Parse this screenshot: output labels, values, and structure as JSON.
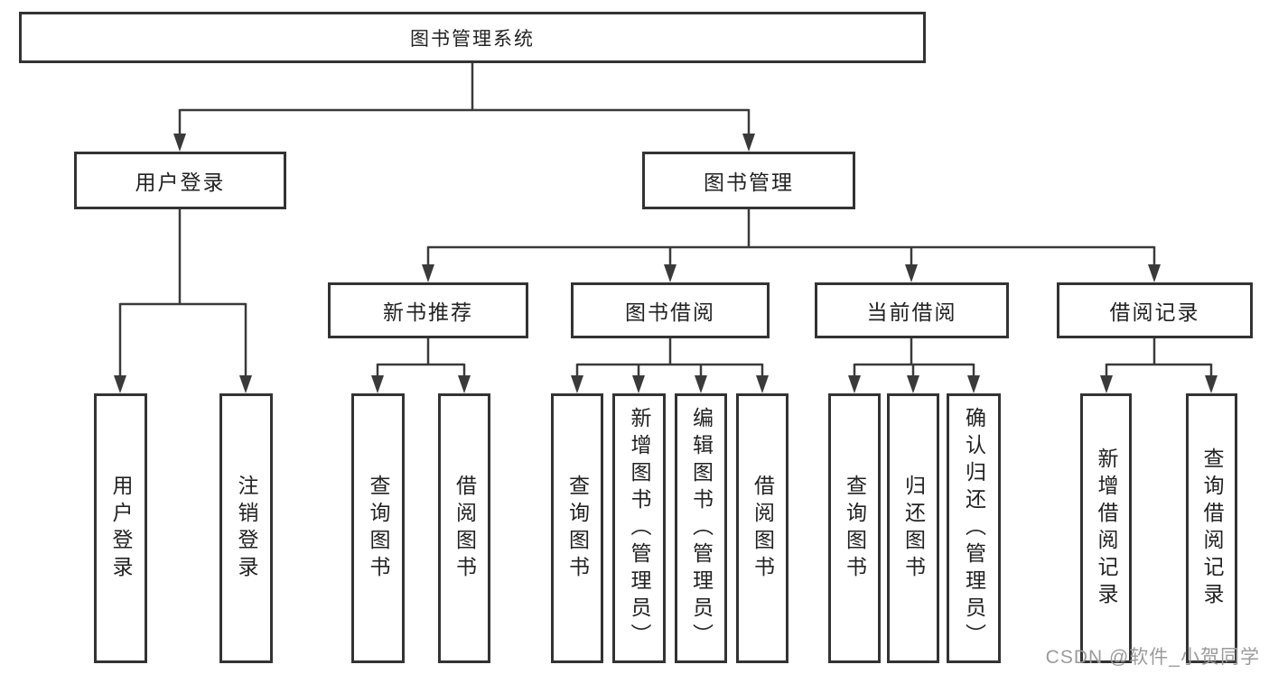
{
  "tree": {
    "label": "图书管理系统",
    "children": [
      {
        "label": "用户登录",
        "children": [
          {
            "label": "用户登录"
          },
          {
            "label": "注销登录"
          }
        ]
      },
      {
        "label": "图书管理",
        "children": [
          {
            "label": "新书推荐",
            "children": [
              {
                "label": "查询图书"
              },
              {
                "label": "借阅图书"
              }
            ]
          },
          {
            "label": "图书借阅",
            "children": [
              {
                "label": "查询图书"
              },
              {
                "label": "新增图书（管理员）"
              },
              {
                "label": "编辑图书（管理员）"
              },
              {
                "label": "借阅图书"
              }
            ]
          },
          {
            "label": "当前借阅",
            "children": [
              {
                "label": "查询图书"
              },
              {
                "label": "归还图书"
              },
              {
                "label": "确认归还（管理员）"
              }
            ]
          },
          {
            "label": "借阅记录",
            "children": [
              {
                "label": "新增借阅记录"
              },
              {
                "label": "查询借阅记录"
              }
            ]
          }
        ]
      }
    ]
  },
  "watermark": {
    "text": "CSDN @软件_小贺同学"
  },
  "colors": {
    "line": "#3a3a3a",
    "box_border": "#333333",
    "text": "#222222",
    "watermark": "#9b9b9b",
    "background": "#ffffff"
  }
}
